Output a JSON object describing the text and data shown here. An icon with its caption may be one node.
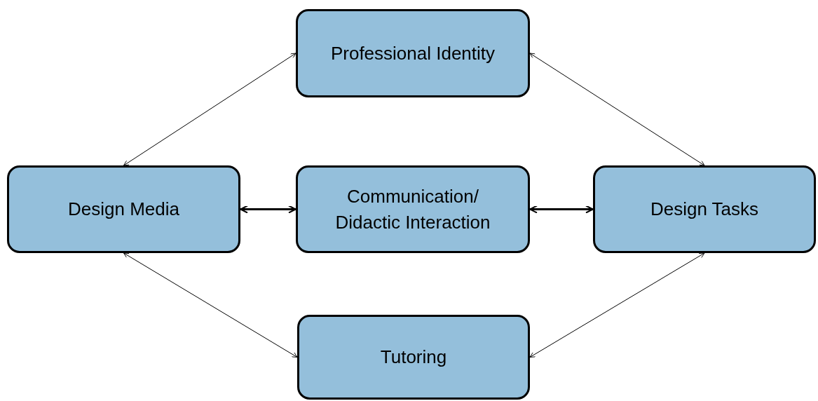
{
  "diagram": {
    "nodes": [
      {
        "text": [
          "Professional Identity"
        ]
      },
      {
        "text": [
          "Design Media"
        ]
      },
      {
        "text": [
          "Communication/ Didactic Interaction"
        ]
      },
      {
        "text": [
          "Design Tasks"
        ]
      },
      {
        "text": [
          "Tutoring"
        ]
      }
    ],
    "edges": [
      {
        "from": 1,
        "to": 0,
        "arrow": "both"
      },
      {
        "from": 0,
        "to": 3,
        "arrow": "both"
      },
      {
        "from": 1,
        "to": 2,
        "arrow": "both",
        "style": "thick"
      },
      {
        "from": 2,
        "to": 3,
        "arrow": "both",
        "style": "thick"
      },
      {
        "from": 1,
        "to": 4,
        "arrow": "both"
      },
      {
        "from": 3,
        "to": 4,
        "arrow": "both"
      }
    ]
  }
}
